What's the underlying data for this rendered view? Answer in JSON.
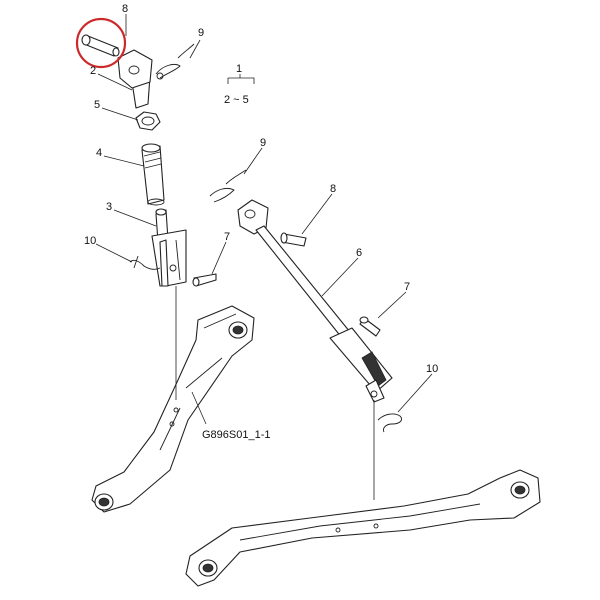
{
  "diagram": {
    "drawing_code": "G896S01_1-1",
    "group_label_top": "1",
    "group_label_range": "2 ~ 5",
    "highlight_color": "#cc2a2a",
    "callouts": [
      {
        "id": "c8a",
        "text": "8"
      },
      {
        "id": "c9a",
        "text": "9"
      },
      {
        "id": "c2",
        "text": "2"
      },
      {
        "id": "c5",
        "text": "5"
      },
      {
        "id": "c4",
        "text": "4"
      },
      {
        "id": "c3",
        "text": "3"
      },
      {
        "id": "c10a",
        "text": "10"
      },
      {
        "id": "c7a",
        "text": "7"
      },
      {
        "id": "c9b",
        "text": "9"
      },
      {
        "id": "c8b",
        "text": "8"
      },
      {
        "id": "c6",
        "text": "6"
      },
      {
        "id": "c7b",
        "text": "7"
      },
      {
        "id": "c10b",
        "text": "10"
      }
    ]
  }
}
